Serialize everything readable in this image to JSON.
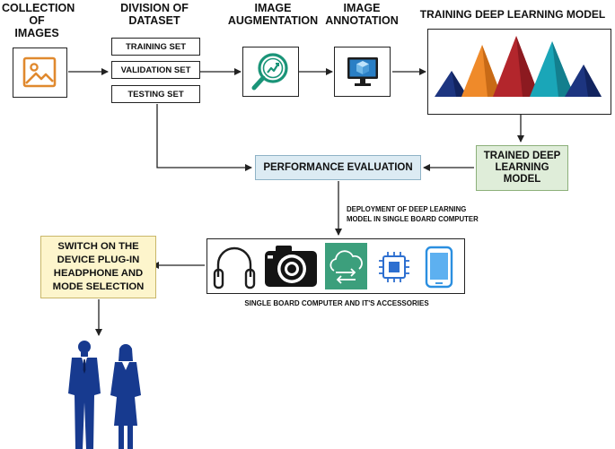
{
  "steps": {
    "collection": "COLLECTION OF\nIMAGES",
    "division": "DIVISION OF\nDATASET",
    "augmentation": "IMAGE\nAUGMENTATION",
    "annotation": "IMAGE\nANNOTATION",
    "training": "TRAINING DEEP LEARNING MODEL"
  },
  "dataset_sets": [
    "TRAINING SET",
    "VALIDATION SET",
    "TESTING SET"
  ],
  "trained_model": "TRAINED DEEP\nLEARNING\nMODEL",
  "performance_evaluation": "PERFORMANCE EVALUATION",
  "deployment_note": "DEPLOYMENT OF DEEP LEARNING\nMODEL IN SINGLE BOARD COMPUTER",
  "accessories_caption": "SINGLE BOARD COMPUTER AND IT'S ACCESSORIES",
  "switch_on": "SWITCH ON THE\nDEVICE PLUG-IN\nHEADPHONE AND\nMODE SELECTION",
  "icons": [
    "image-icon",
    "magnifier-chart-icon",
    "monitor-cube-icon",
    "mountain-peaks-icon",
    "headphones-icon",
    "camera-icon",
    "cloud-sync-icon",
    "processor-chip-icon",
    "tablet-icon",
    "people-icon"
  ],
  "colors": {
    "evaluation_fill": "#dcebf3",
    "trained_fill": "#dfedd9",
    "switch_fill": "#fdf5cc",
    "cloud_tile": "#3c9f7c",
    "people": "#173a8f"
  }
}
